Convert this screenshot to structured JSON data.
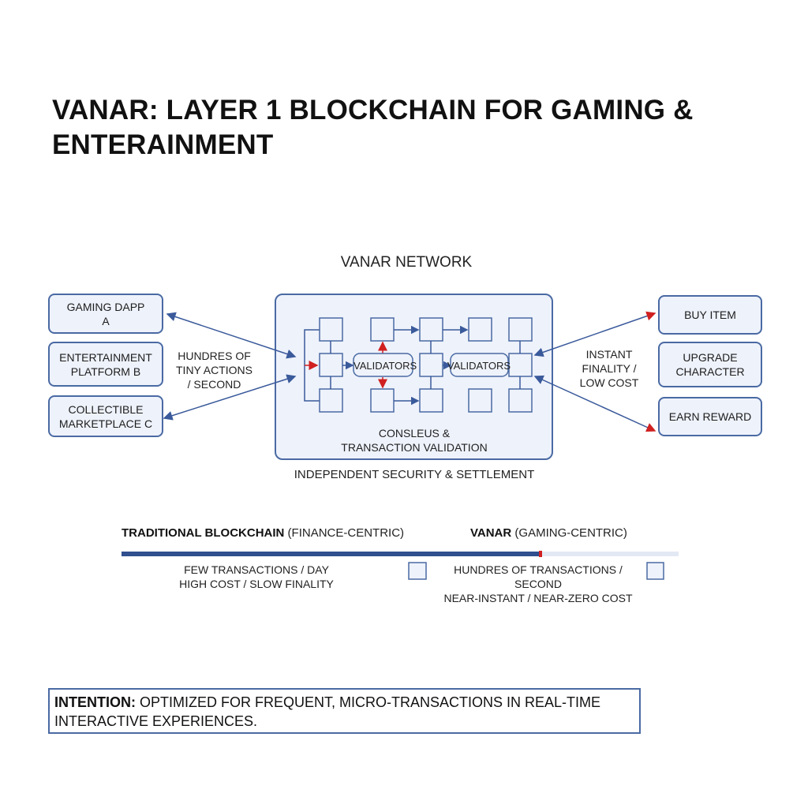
{
  "title": "VANAR: LAYER 1 BLOCKCHAIN FOR GAMING & ENTERAINMENT",
  "network": {
    "label": "VANAR NETWORK",
    "validators_1": "VALIDATORS",
    "validators_2": "VALIDATORS",
    "consensus_line1": "CONSLEUS &",
    "consensus_line2": "TRANSACTION VALIDATION",
    "footer": "INDEPENDENT SECURITY & SETTLEMENT"
  },
  "left_apps": [
    {
      "line1": "GAMING DAPP",
      "line2": "A"
    },
    {
      "line1": "ENTERTAINMENT",
      "line2": "PLATFORM B"
    },
    {
      "line1": "COLLECTIBLE",
      "line2": "MARKETPLACE C"
    }
  ],
  "left_note": {
    "line1": "HUNDRES OF",
    "line2": "TINY ACTIONS",
    "line3": "/ SECOND"
  },
  "right_actions": [
    "BUY ITEM",
    "UPGRADE CHARACTER",
    "EARN REWARD"
  ],
  "right_note": {
    "line1": "INSTANT",
    "line2": "FINALITY /",
    "line3": "LOW COST"
  },
  "comparison": {
    "traditional_label_bold": "TRADITIONAL BLOCKCHAIN",
    "traditional_label_rest": " (FINANCE-CENTRIC)",
    "vanar_label_bold": "VANAR",
    "vanar_label_rest": " (GAMING-CENTRIC)",
    "traditional_line1": "FEW TRANSACTIONS / DAY",
    "traditional_line2": "HIGH COST / SLOW FINALITY",
    "vanar_line1": "HUNDRES OF TRANSACTIONS / SECOND",
    "vanar_line2": "NEAR-INSTANT / NEAR-ZERO COST"
  },
  "intention": {
    "label": "INTENTION:",
    "text": " OPTIMIZED FOR FREQUENT, MICRO-TRANSACTIONS IN REAL-TIME INTERACTIVE EXPERIENCES."
  },
  "colors": {
    "box_border": "#4a6aa3",
    "box_fill": "#eef2fb",
    "arrow_blue": "#3a5a9b",
    "arrow_red": "#d02020",
    "bar_dark": "#2f4f8f",
    "bar_light": "#e3e9f4"
  }
}
